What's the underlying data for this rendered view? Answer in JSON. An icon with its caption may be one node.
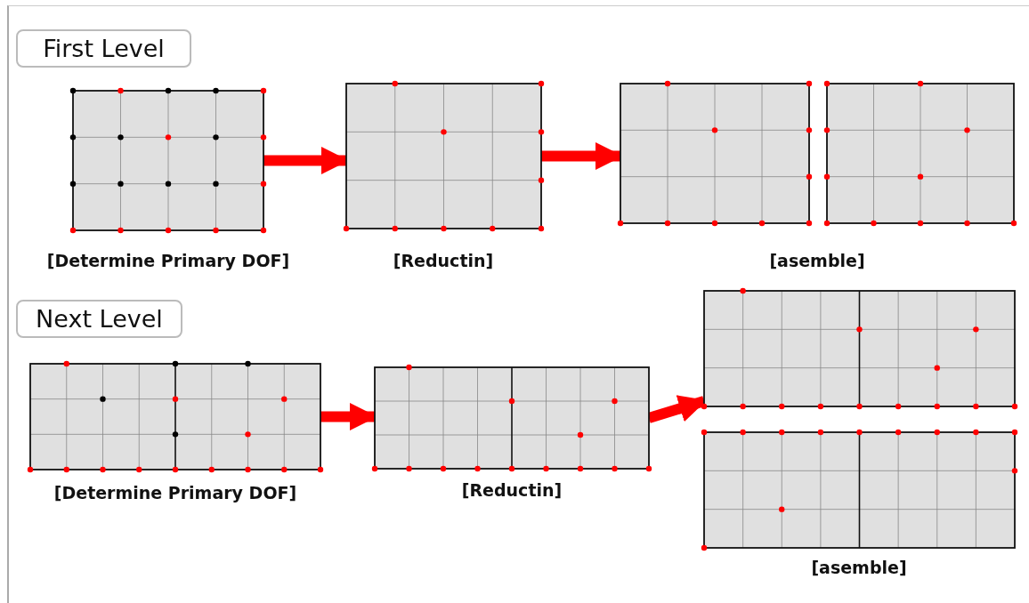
{
  "diagram": {
    "nodes": [
      {
        "text": [
          "First Level"
        ]
      },
      {
        "text": [],
        "shape": "box",
        "beside": [
          "[Determine Primary DOF]"
        ]
      },
      {
        "text": [],
        "shape": "box",
        "beside": [
          "[Reductin]"
        ]
      },
      {
        "text": [],
        "shape": "box",
        "beside": [
          "[asemble]"
        ]
      },
      {
        "text": [],
        "shape": "box"
      },
      {
        "text": [
          "Next Level"
        ]
      },
      {
        "text": [],
        "shape": "box",
        "beside": [
          "[Determine Primary DOF]"
        ]
      },
      {
        "text": [],
        "shape": "box",
        "beside": [
          "[Reductin]"
        ]
      },
      {
        "text": [],
        "shape": "box"
      },
      {
        "text": [],
        "shape": "box",
        "beside": [
          "[asemble]"
        ]
      }
    ],
    "edges": [
      {
        "from": 1,
        "to": 2,
        "arrow": "to"
      },
      {
        "from": 2,
        "to": 3,
        "arrow": "to"
      },
      {
        "from": 6,
        "to": 7,
        "arrow": "to"
      },
      {
        "from": 7,
        "to": 8,
        "arrow": "to"
      }
    ]
  }
}
